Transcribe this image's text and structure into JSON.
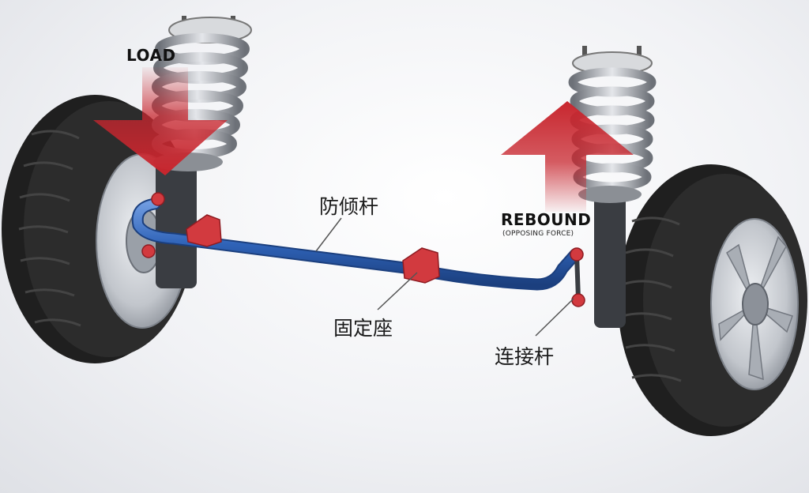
{
  "labels": {
    "load": "LOAD",
    "rebound": "REBOUND",
    "rebound_note": "(OPPOSING FORCE)",
    "anti_roll_bar": "防倾杆",
    "mount_bracket": "固定座",
    "end_link": "连接杆"
  },
  "colors": {
    "bar": "#2f63b8",
    "bracket": "#d23a3f",
    "arrow": "#c8262e",
    "tire": "#2a2a2a",
    "rim": "#c9ccd1"
  }
}
